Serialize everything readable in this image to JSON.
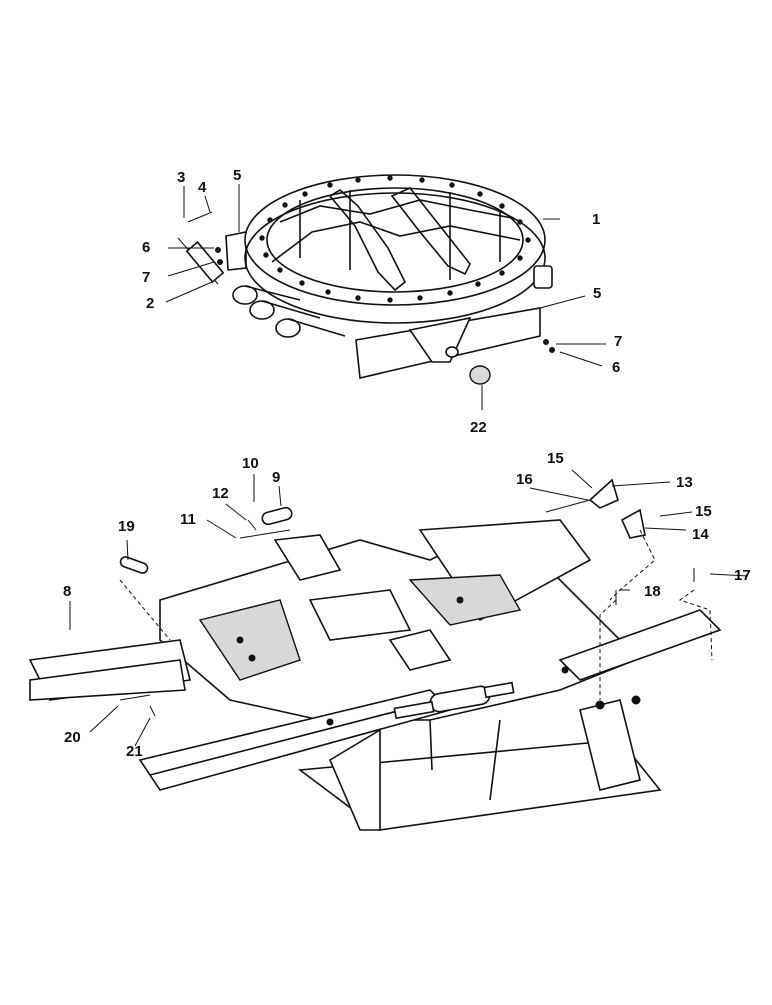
{
  "diagram": {
    "callouts": [
      "1",
      "2",
      "3",
      "4",
      "5",
      "5",
      "6",
      "6",
      "7",
      "7",
      "8",
      "9",
      "10",
      "11",
      "12",
      "13",
      "14",
      "15",
      "15",
      "16",
      "17",
      "18",
      "19",
      "20",
      "21",
      "22"
    ]
  }
}
